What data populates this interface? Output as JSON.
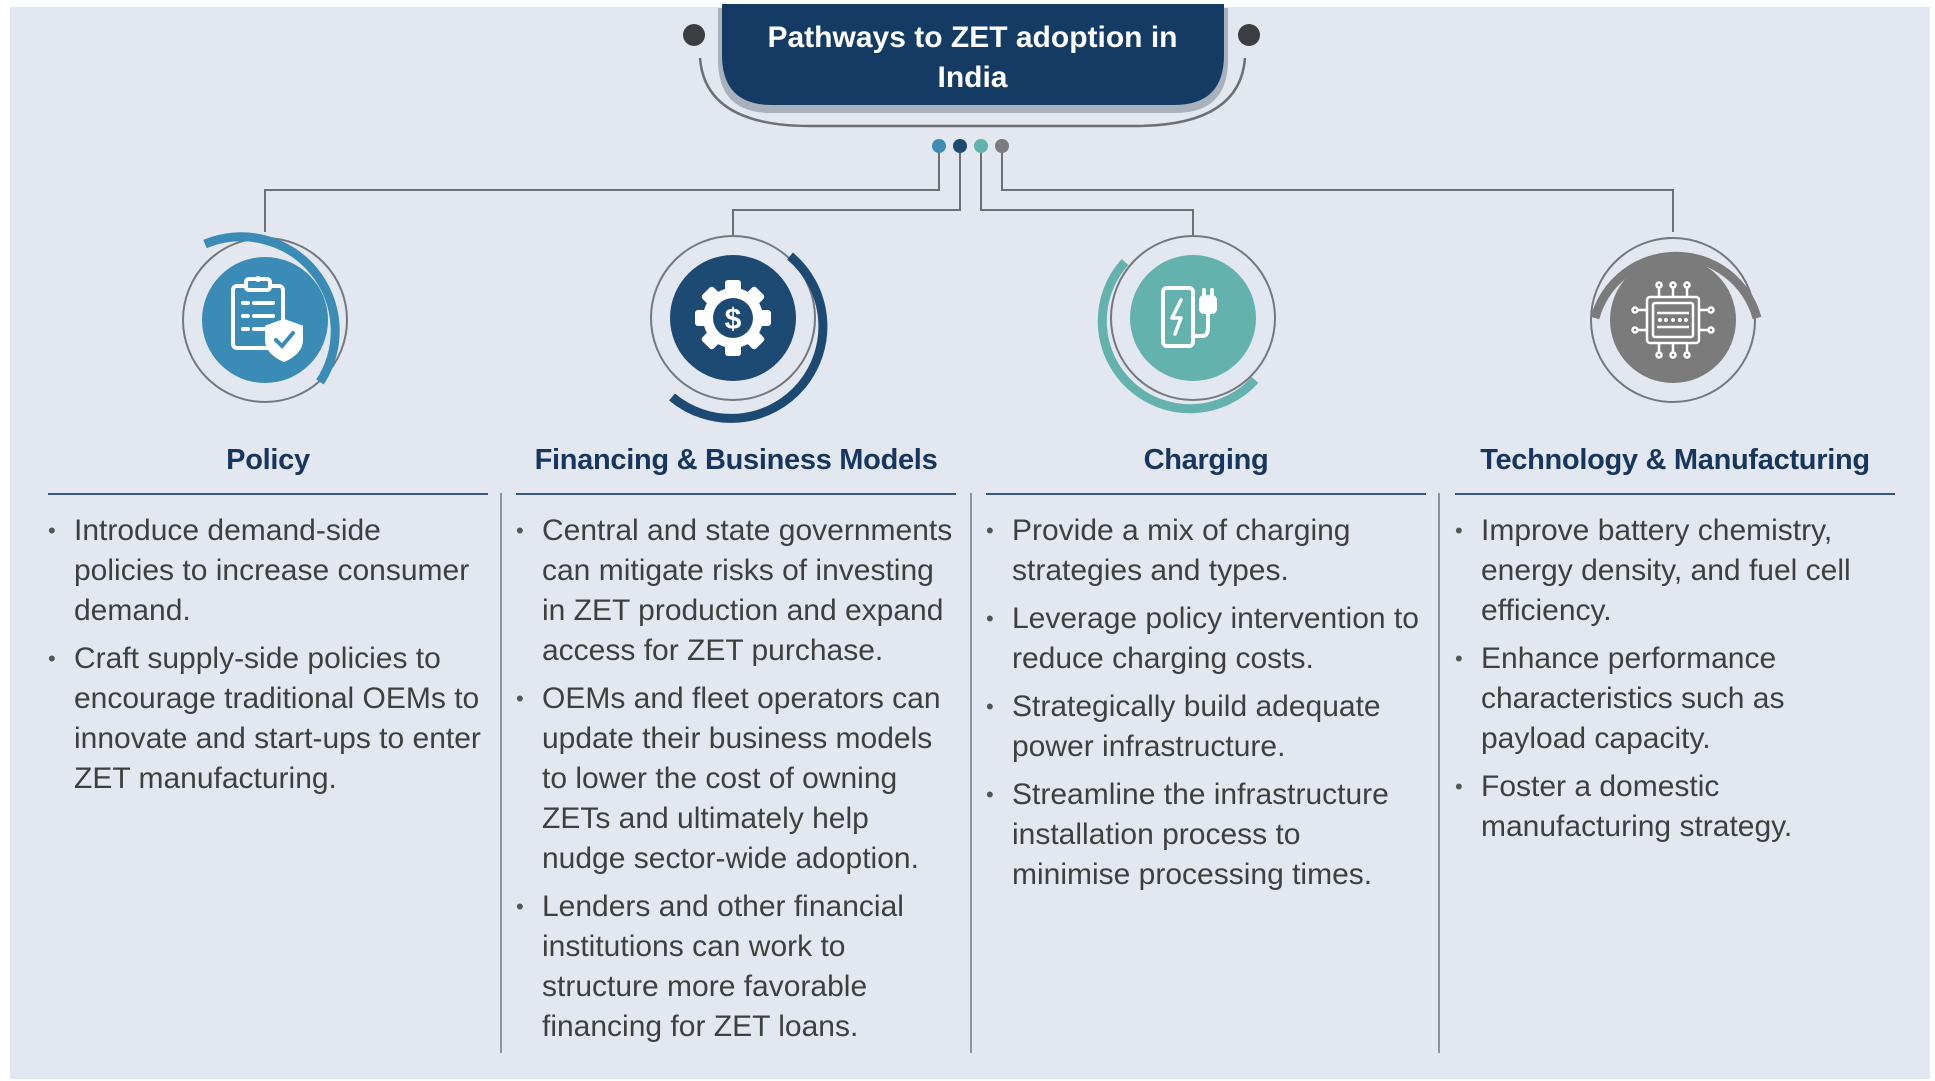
{
  "title": "Pathways to ZET adoption in India",
  "dots": [
    "#3f8db7",
    "#1e4a72",
    "#62b2ad",
    "#7c7c7c"
  ],
  "columns": [
    {
      "heading": "Policy",
      "icon": "clipboard-shield-icon",
      "color": "#3a8bb5",
      "bullets": [
        "Introduce demand-side policies to increase consumer demand.",
        "Craft supply-side policies to encourage traditional OEMs to innovate and start-ups to enter ZET manufacturing."
      ]
    },
    {
      "heading": "Financing & Business Models",
      "icon": "gear-dollar-icon",
      "color": "#1c4a73",
      "bullets": [
        "Central and state governments can mitigate risks of investing in ZET production and expand access for ZET purchase.",
        "OEMs and fleet operators can update their business models to lower the cost of owning ZETs and ultimately help nudge sector-wide adoption.",
        "Lenders and other financial institutions can work to structure more favorable financing for ZET loans."
      ]
    },
    {
      "heading": "Charging",
      "icon": "ev-charger-icon",
      "color": "#63b2ad",
      "bullets": [
        "Provide a mix of charging strategies and types.",
        "Leverage policy intervention to reduce charging costs.",
        "Strategically build adequate power infrastructure.",
        "Streamline the infrastructure installation process to minimise processing times."
      ]
    },
    {
      "heading": "Technology & Manufacturing",
      "icon": "microchip-icon",
      "color": "#7b7b7b",
      "bullets": [
        "Improve battery chemistry, energy density, and fuel cell efficiency.",
        "Enhance performance characteristics such as payload capacity.",
        "Foster a domestic manufacturing strategy."
      ]
    }
  ]
}
